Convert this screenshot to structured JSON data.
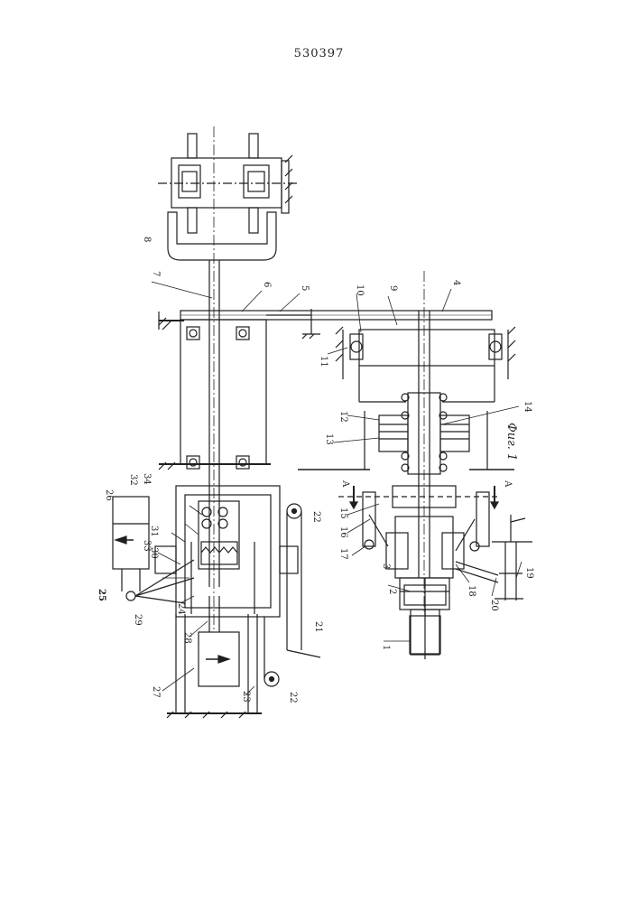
{
  "document": {
    "patent_number": "530397",
    "figure_caption": "Фиг. 1",
    "section_mark": "А"
  },
  "callouts": [
    "1",
    "2",
    "3",
    "4",
    "5",
    "6",
    "7",
    "8",
    "9",
    "10",
    "11",
    "12",
    "13",
    "14",
    "15",
    "16",
    "17",
    "18",
    "19",
    "20",
    "21",
    "22",
    "22",
    "23",
    "24",
    "25",
    "26",
    "27",
    "28",
    "29",
    "30",
    "31",
    "32",
    "33",
    "34"
  ],
  "colors": {
    "ink": "#1f1f1f",
    "paper": "#ffffff"
  }
}
